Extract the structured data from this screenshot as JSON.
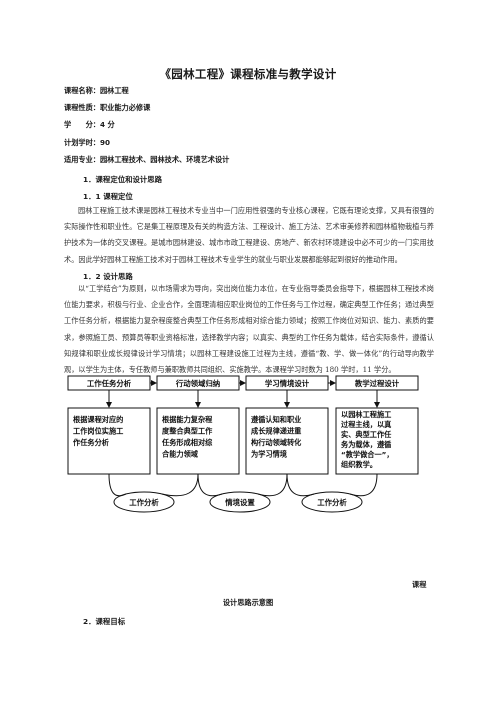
{
  "doc": {
    "title": "《园林工程》课程标准与教学设计",
    "meta": [
      {
        "label": "课程名称：",
        "value": "园林工程"
      },
      {
        "label": "课程性质：",
        "value": "职业能力必修课"
      },
      {
        "label": "学　　分：",
        "value": "4 分"
      },
      {
        "label": "计划学时：",
        "value": "90"
      },
      {
        "label": "适用专业：",
        "value": "园林工程技术、园林技术、环境艺术设计"
      }
    ],
    "section1": "1．课程定位和设计思路",
    "section1_1": "1．1 课程定位",
    "para1": "园林工程施工技术课是园林工程技术专业当中一门应用性很强的专业核心课程，它既有理论支撑，又具有很强的实际操作性和职业性。它是集工程原理及有关的构造方法、工程设计、施工方法、艺术审美修养和园林植物栽植与养护技术为一体的交叉课程。是城市园林建设、城市市政工程建设、房地产、新农村环境建设中必不可少的一门实用技术。因此学好园林工程施工技术对于园林工程技术专业学生的就业与职业发展都能够起到很好的推动作用。",
    "section1_2": "1．2 设计思路",
    "para2": "以“工学结合”为原则，以市场需求为导向，突出岗位能力本位，在专业指导委员会指导下，根据园林工程技术岗位能力要求，积极与行业、企业合作，全面理清相应职业岗位的工作任务与工作过程，确定典型工作任务；通过典型工作任务分析，根据能力复杂程度整合典型工作任务形成相对综合能力领域；按照工作岗位对知识、能力、素质的要求，参照施工员、预算员等职业资格标准，选择教学内容；以真实、典型的工作任务为载体，结合实际条件，遵循认知规律和职业成长规律设计学习情境；以园林工程建设施工过程为主线，遵循“教、学、做一体化”的行动导向教学观，以学生为主体，专任教师与兼职教师共同组织、实施教学。本课程学习时数为 180 学时，11 学分。",
    "diagram": {
      "headers": [
        "工作任务分析",
        "行动领域归纳",
        "学习情境设计",
        "教学过程设计"
      ],
      "boxes": [
        [
          "根据课程对应的",
          "工作岗位实施工",
          "作任务分析"
        ],
        [
          "根据能力复杂程",
          "度整合典型工作",
          "任务形成相对综",
          "合能力领域"
        ],
        [
          "遵循认知和职业",
          "成长规律递进重",
          "构行动领域转化",
          "为学习情境"
        ],
        [
          "以园林工程施工",
          "过程主线，以真",
          "实、典型工作任",
          "务为载体，遵循",
          "“教学做合一”，",
          "组织教学。"
        ]
      ],
      "ovals": [
        "工作分析",
        "情境设置",
        "工作分析"
      ]
    },
    "caption_aside": "课程",
    "caption": "设计思路示意图",
    "section2": "2．课程目标"
  }
}
